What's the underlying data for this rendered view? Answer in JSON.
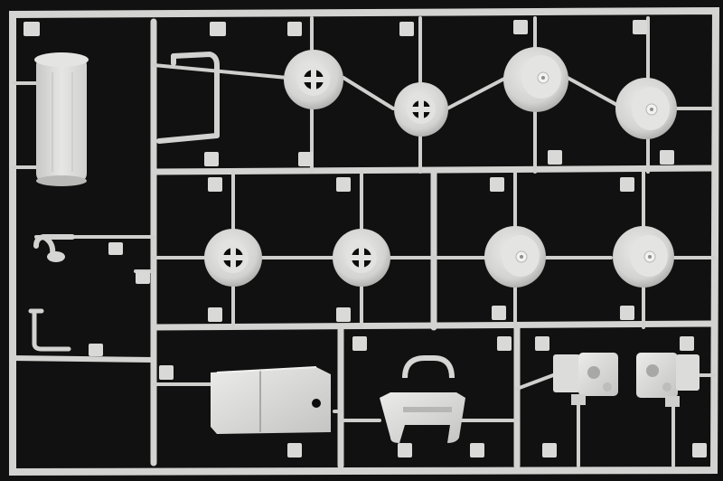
{
  "colors": {
    "background": "#111111",
    "plastic": "#d6d6d4",
    "plastic_highlight": "#e8e8e6",
    "plastic_shadow": "#a9a9a7",
    "hole": "#0c0c0c"
  },
  "photo": {
    "subject": "plastic-model-kit-sprue",
    "parts": [
      {
        "kind": "rear-wing"
      },
      {
        "kind": "roll-bar"
      },
      {
        "kind": "wheel-front-left"
      },
      {
        "kind": "wheel-front-right"
      },
      {
        "kind": "wheel-rear-left"
      },
      {
        "kind": "wheel-rear-right"
      },
      {
        "kind": "wheel-spare-1"
      },
      {
        "kind": "wheel-spare-2"
      },
      {
        "kind": "wheel-spare-3"
      },
      {
        "kind": "wheel-spare-4"
      },
      {
        "kind": "fuel-tank"
      },
      {
        "kind": "seat-frame"
      },
      {
        "kind": "engine-block-left"
      },
      {
        "kind": "engine-block-right"
      },
      {
        "kind": "exhaust-pipe"
      },
      {
        "kind": "small-lever"
      }
    ]
  }
}
